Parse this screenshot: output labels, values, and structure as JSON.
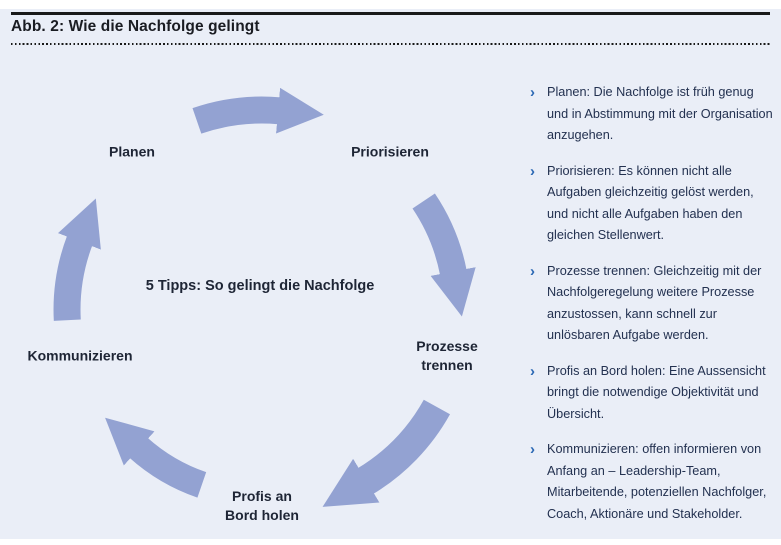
{
  "figure": {
    "title": "Abb. 2: Wie die Nachfolge gelingt"
  },
  "diagram": {
    "center_caption": "5 Tipps: So gelingt die Nachfolge",
    "steps": [
      {
        "label": "Planen"
      },
      {
        "label": "Priorisieren"
      },
      {
        "label": "Prozesse trennen"
      },
      {
        "label": "Profis an Bord holen"
      },
      {
        "label": "Kommunizieren"
      }
    ]
  },
  "tips": {
    "bullet_glyph": "›",
    "items": [
      {
        "text": "Planen: Die Nachfolge ist früh genug und in Abstimmung mit der Organisation anzugehen."
      },
      {
        "text": "Priorisieren: Es können nicht alle Aufgaben gleichzeitig gelöst werden, und nicht alle Aufgaben haben den gleichen Stellenwert."
      },
      {
        "text": "Prozesse trennen: Gleichzeitig mit der Nachfolgeregelung weitere Prozesse anzustossen, kann schnell zur unlösbaren Aufgabe werden."
      },
      {
        "text": "Profis an Bord holen: Eine Aussensicht bringt die notwendige Objektivität und Übersicht."
      },
      {
        "text": "Kommunizieren: offen informieren von Anfang an – Leadership-Team, Mitarbeitende, potenziellen Nachfolger, Coach, Aktionäre und Stakeholder."
      }
    ]
  },
  "colors": {
    "panel_background": "#eaeef7",
    "arrow": "#93a2d2",
    "bullet_accent": "#2b68b4",
    "body_text": "#233150",
    "rule": "#191919"
  }
}
